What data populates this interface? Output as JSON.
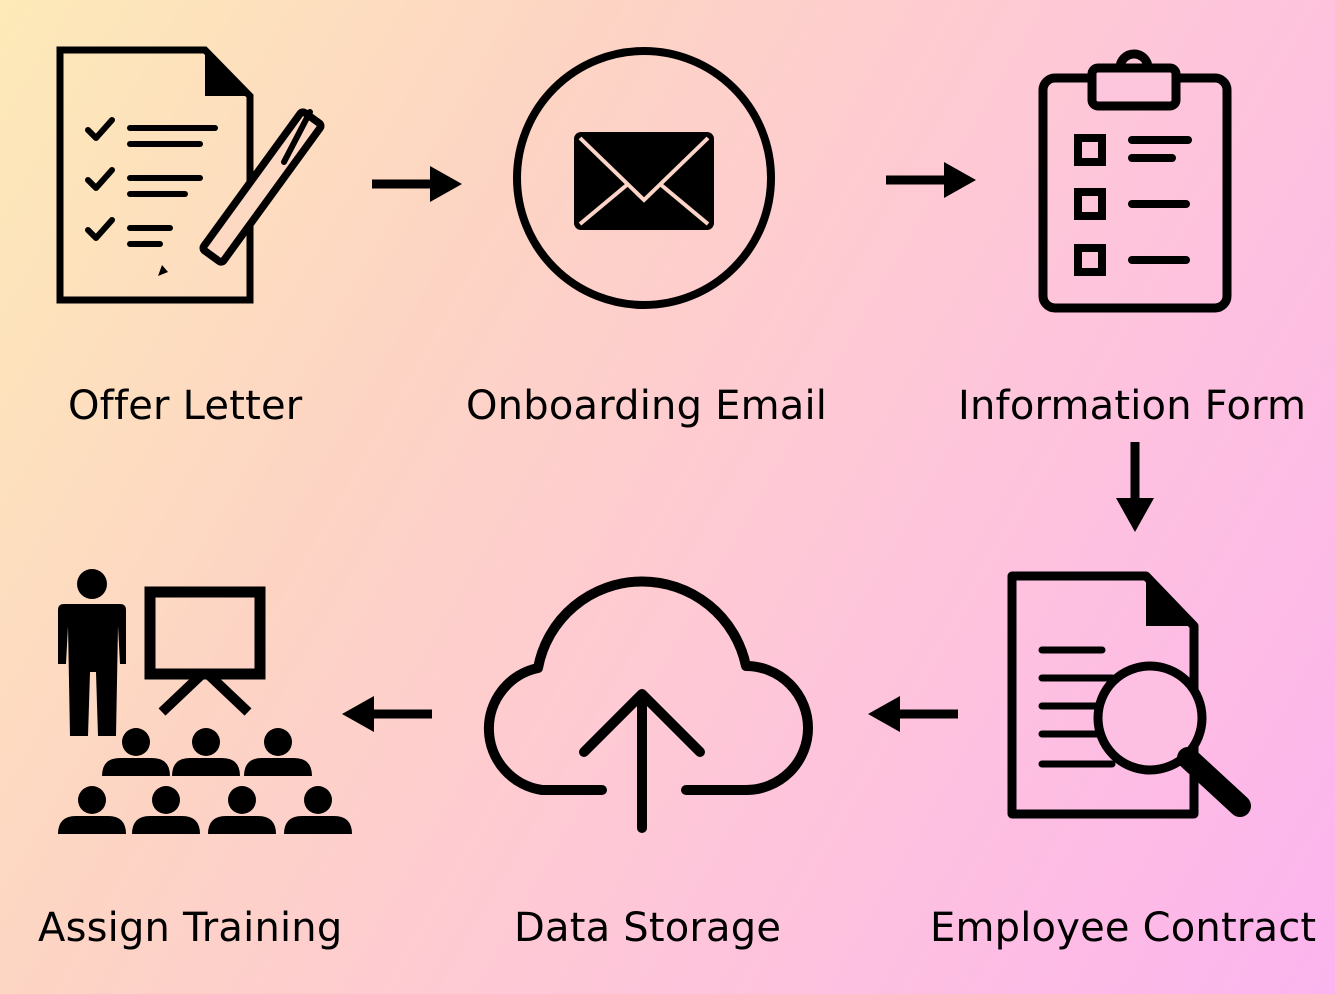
{
  "steps": [
    {
      "label": "Offer Letter",
      "icon": "document-pen-icon"
    },
    {
      "label": "Onboarding Email",
      "icon": "envelope-icon"
    },
    {
      "label": "Information Form",
      "icon": "clipboard-checklist-icon"
    },
    {
      "label": "Employee Contract",
      "icon": "document-search-icon"
    },
    {
      "label": "Data Storage",
      "icon": "cloud-upload-icon"
    },
    {
      "label": "Assign Training",
      "icon": "presentation-audience-icon"
    }
  ],
  "colors": {
    "ink": "#000000",
    "gradient_start": "#fdeab8",
    "gradient_end": "#fcb4ee"
  }
}
